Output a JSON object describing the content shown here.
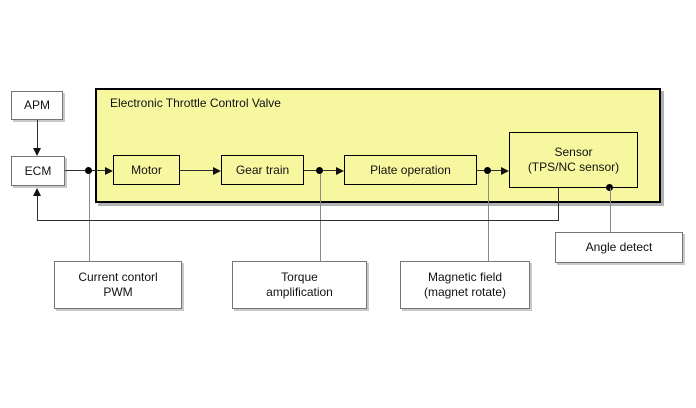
{
  "title": "Electronic Throttle Control Valve",
  "nodes": {
    "apm": {
      "label": "APM"
    },
    "ecm": {
      "label": "ECM"
    },
    "motor": {
      "label": "Motor"
    },
    "gear_train": {
      "label": "Gear train"
    },
    "plate_operation": {
      "label": "Plate operation"
    },
    "sensor": {
      "line1": "Sensor",
      "line2": "(TPS/NC sensor)"
    },
    "current_control_pwm": {
      "line1": "Current contorl",
      "line2": "PWM"
    },
    "torque_amplification": {
      "line1": "Torque",
      "line2": "amplification"
    },
    "magnetic_field": {
      "line1": "Magnetic field",
      "line2": "(magnet rotate)"
    },
    "angle_detect": {
      "label": "Angle detect"
    }
  },
  "colors": {
    "container_fill": "#f7f7a0",
    "container_border": "#000000",
    "container_shadow": "#b3b3b3",
    "node_fill": "#ffffff",
    "node_border": "#747474",
    "node_shadow": "#c9c9c9",
    "flow_line": "#2e2e2e",
    "drop_line": "#8a8a8a",
    "text": "#111111"
  }
}
